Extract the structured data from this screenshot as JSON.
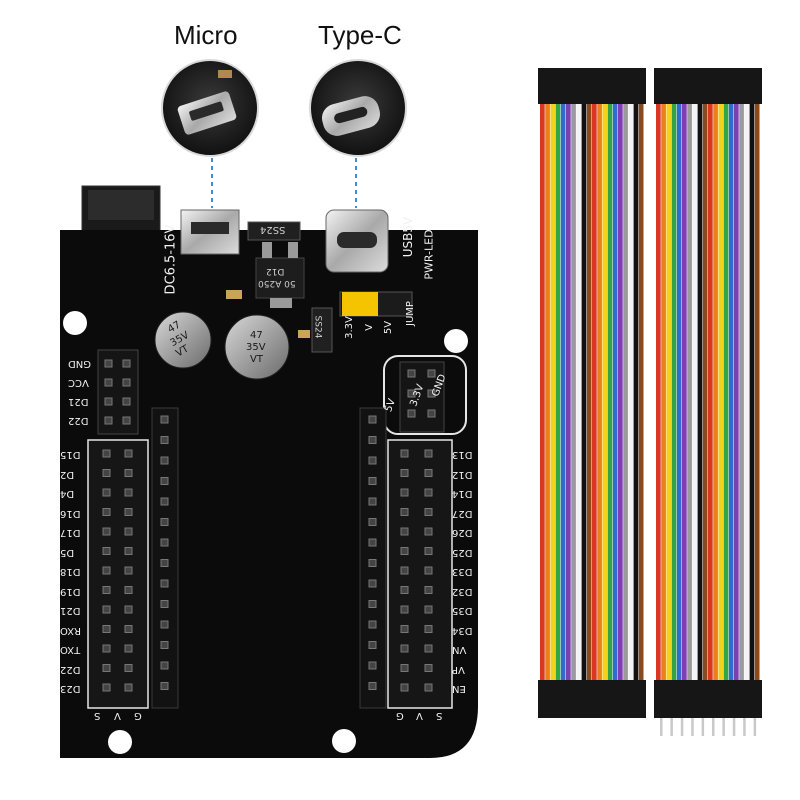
{
  "callouts": {
    "micro": "Micro",
    "typec": "Type-C"
  },
  "board": {
    "power_label": "DC6.5-16V",
    "usb_label": "USB5V",
    "pwr_led_label": "PWR-LED",
    "jump_label": "JUMP",
    "jumper_labels": [
      "3.3V",
      "V",
      "5V"
    ],
    "regulator_text": [
      "D12",
      "50 A250"
    ],
    "diode_top": "SS24",
    "diode_side": "SS24",
    "cap_left": [
      "47",
      "35V",
      "VT"
    ],
    "cap_right": [
      "47",
      "35V",
      "VT"
    ],
    "aux_header_labels": [
      "GND",
      "VCC",
      "D21",
      "D22"
    ],
    "pwr_header_labels": [
      "5V",
      "3.3V",
      "GND"
    ],
    "left_pins": [
      "D15",
      "D2",
      "D4",
      "D16",
      "D17",
      "D5",
      "D18",
      "D19",
      "D21",
      "RXO",
      "TXO",
      "D22",
      "D23"
    ],
    "right_pins": [
      "D13",
      "D12",
      "D14",
      "D27",
      "D26",
      "D25",
      "D33",
      "D32",
      "D35",
      "D34",
      "VN",
      "VP",
      "EN"
    ],
    "left_bottom": [
      "S",
      "V",
      "G"
    ],
    "right_bottom": [
      "G",
      "V",
      "S"
    ]
  },
  "colors": {
    "pcb": "#0b0b0b",
    "silk": "#f2f2f2",
    "jumper": "#f5c400",
    "wires": [
      "#d8381f",
      "#e9801f",
      "#f2d21a",
      "#35a447",
      "#2f6bd1",
      "#7e3fb0",
      "#9a9a9a",
      "#f4f4f4",
      "#111111",
      "#8b4a1e"
    ]
  }
}
